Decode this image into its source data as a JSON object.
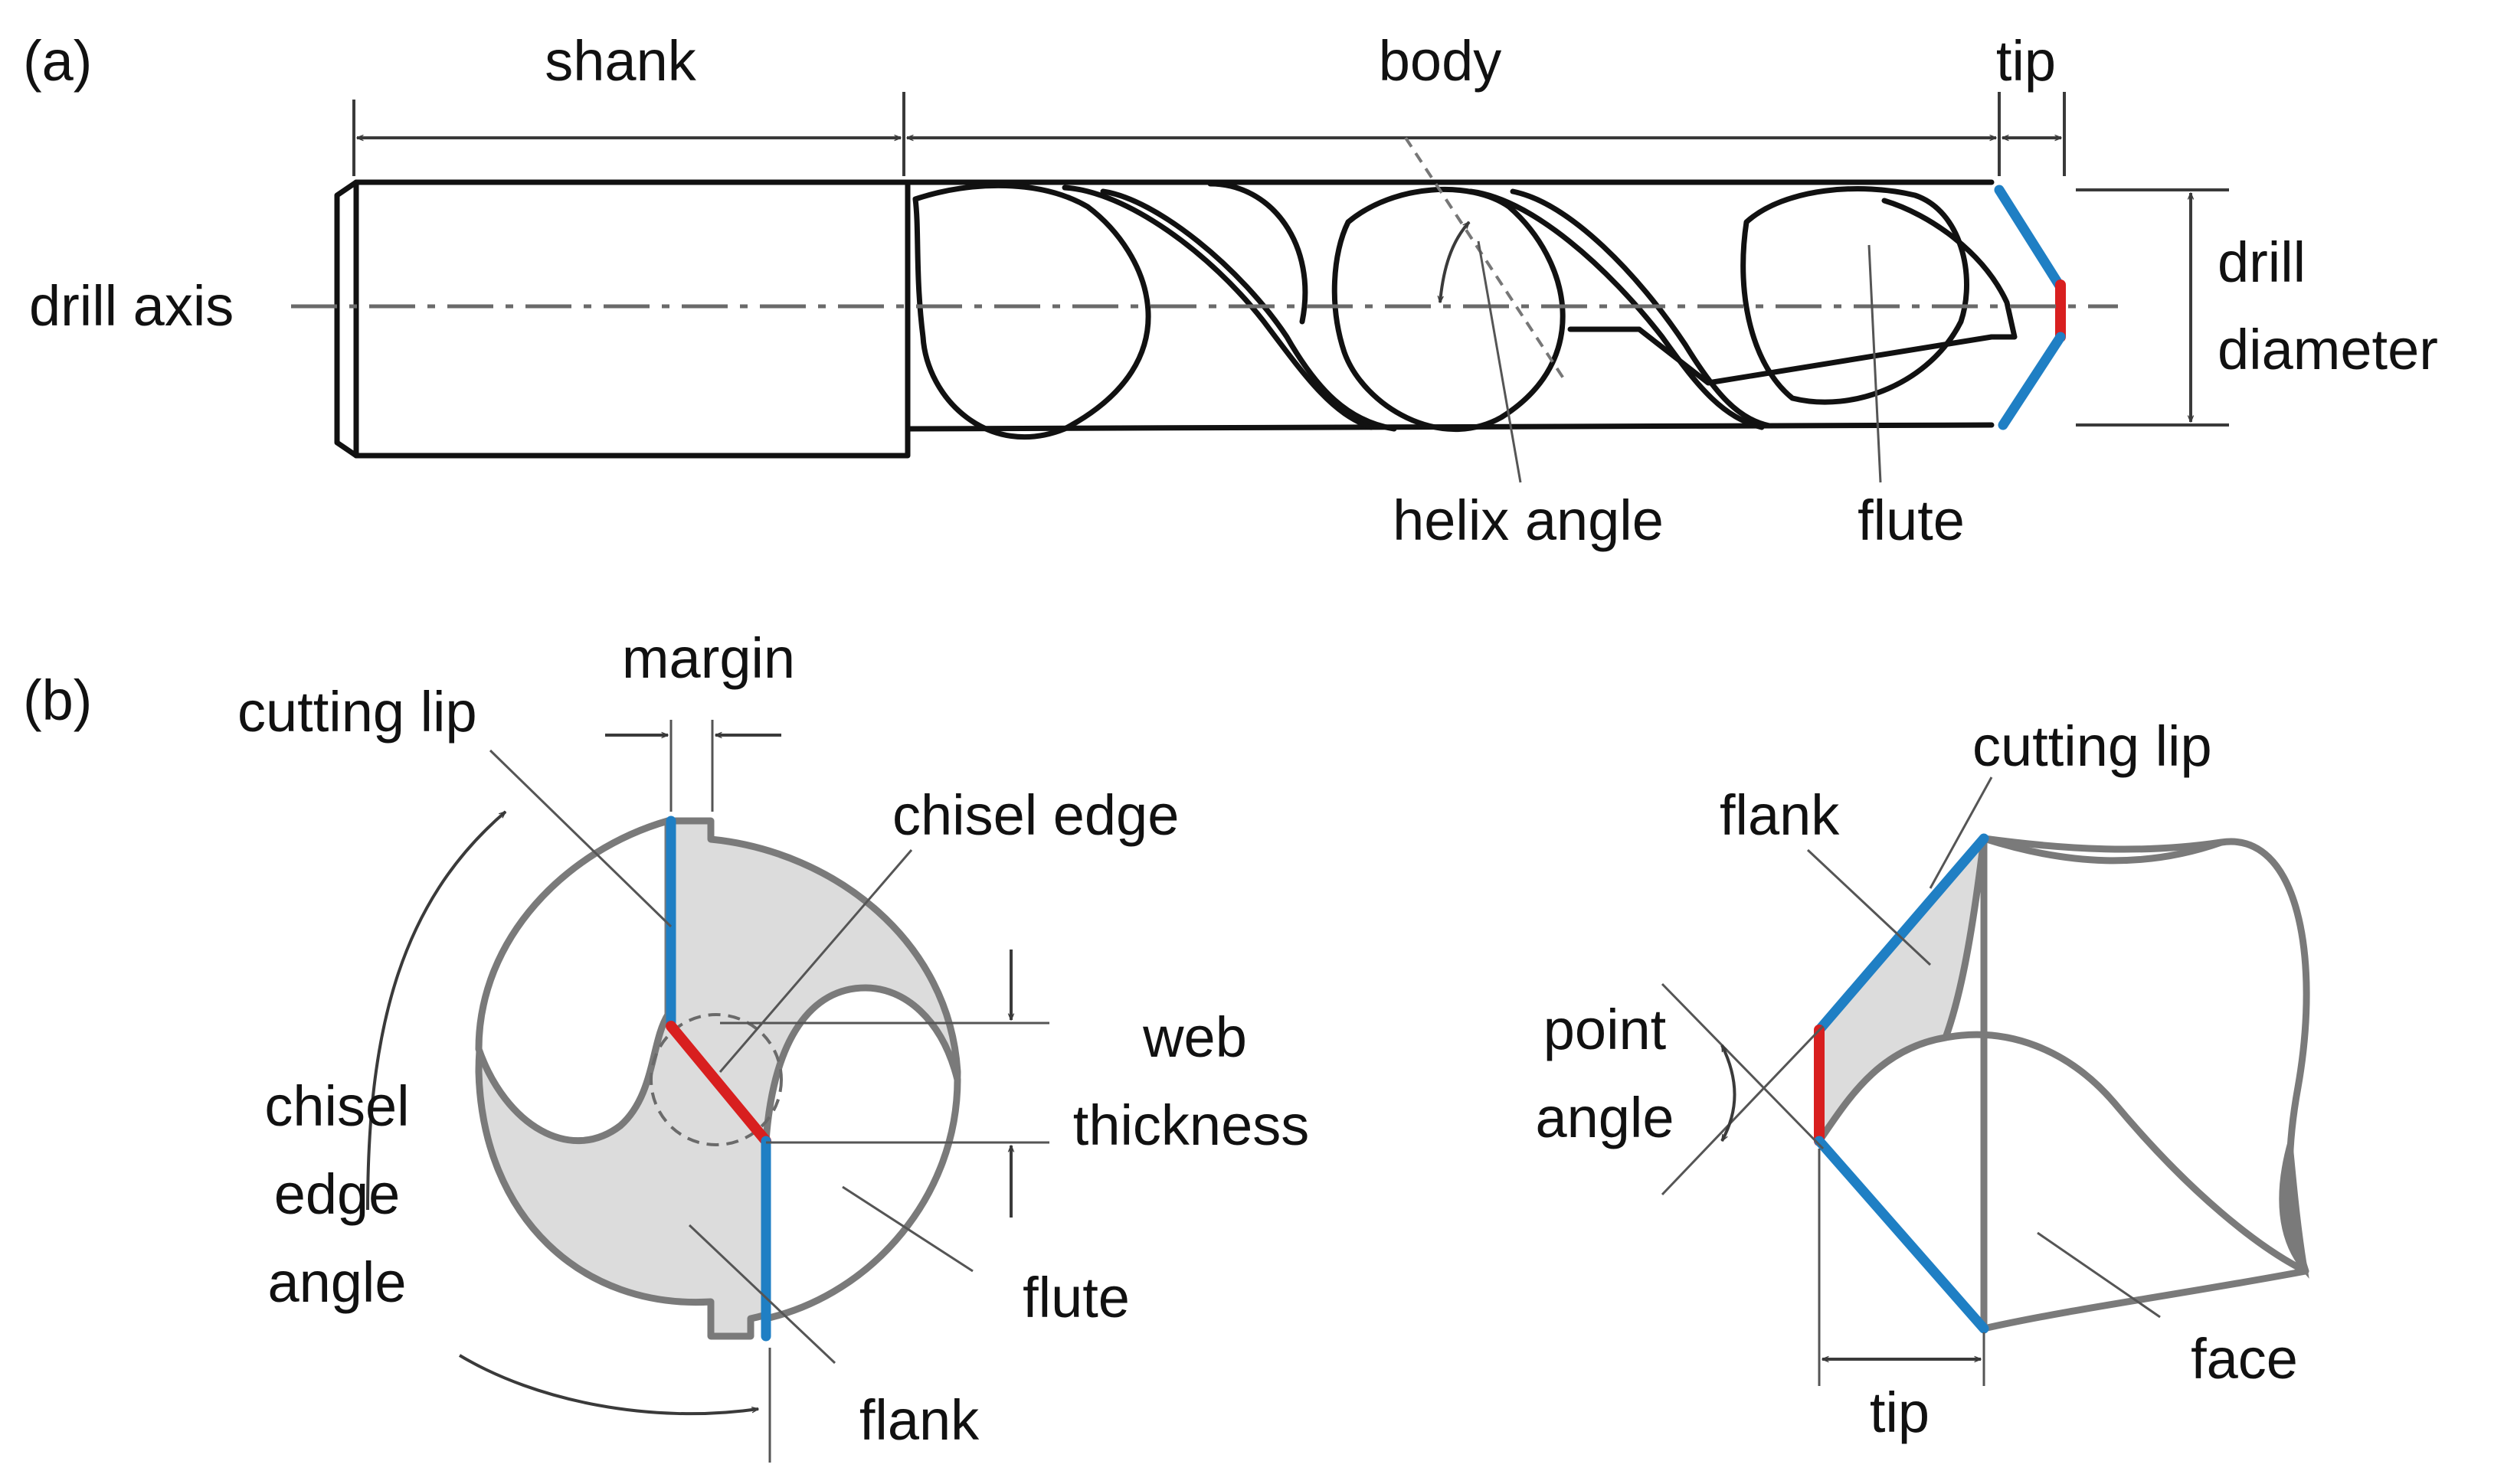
{
  "panel_a": {
    "tag": "(a)",
    "shank": "shank",
    "body": "body",
    "tip": "tip",
    "drill_axis": "drill axis",
    "drill_diameter_1": "drill",
    "drill_diameter_2": "diameter",
    "helix_angle": "helix angle",
    "flute": "flute"
  },
  "panel_b": {
    "tag": "(b)",
    "margin": "margin",
    "cutting_lip": "cutting lip",
    "chisel_edge": "chisel edge",
    "web_thickness_1": "web",
    "web_thickness_2": "thickness",
    "chisel_edge_angle_1": "chisel",
    "chisel_edge_angle_2": "edge",
    "chisel_edge_angle_3": "angle",
    "flute": "flute",
    "flank": "flank",
    "side_cutting_lip": "cutting lip",
    "side_flank": "flank",
    "point_angle_1": "point",
    "point_angle_2": "angle",
    "side_tip": "tip",
    "face": "face"
  },
  "colors": {
    "cutting_lip": "#1f7fc4",
    "chisel_edge": "#d81f1f",
    "section_fill": "#dcdcdc",
    "outline": "#7a7a7a"
  }
}
